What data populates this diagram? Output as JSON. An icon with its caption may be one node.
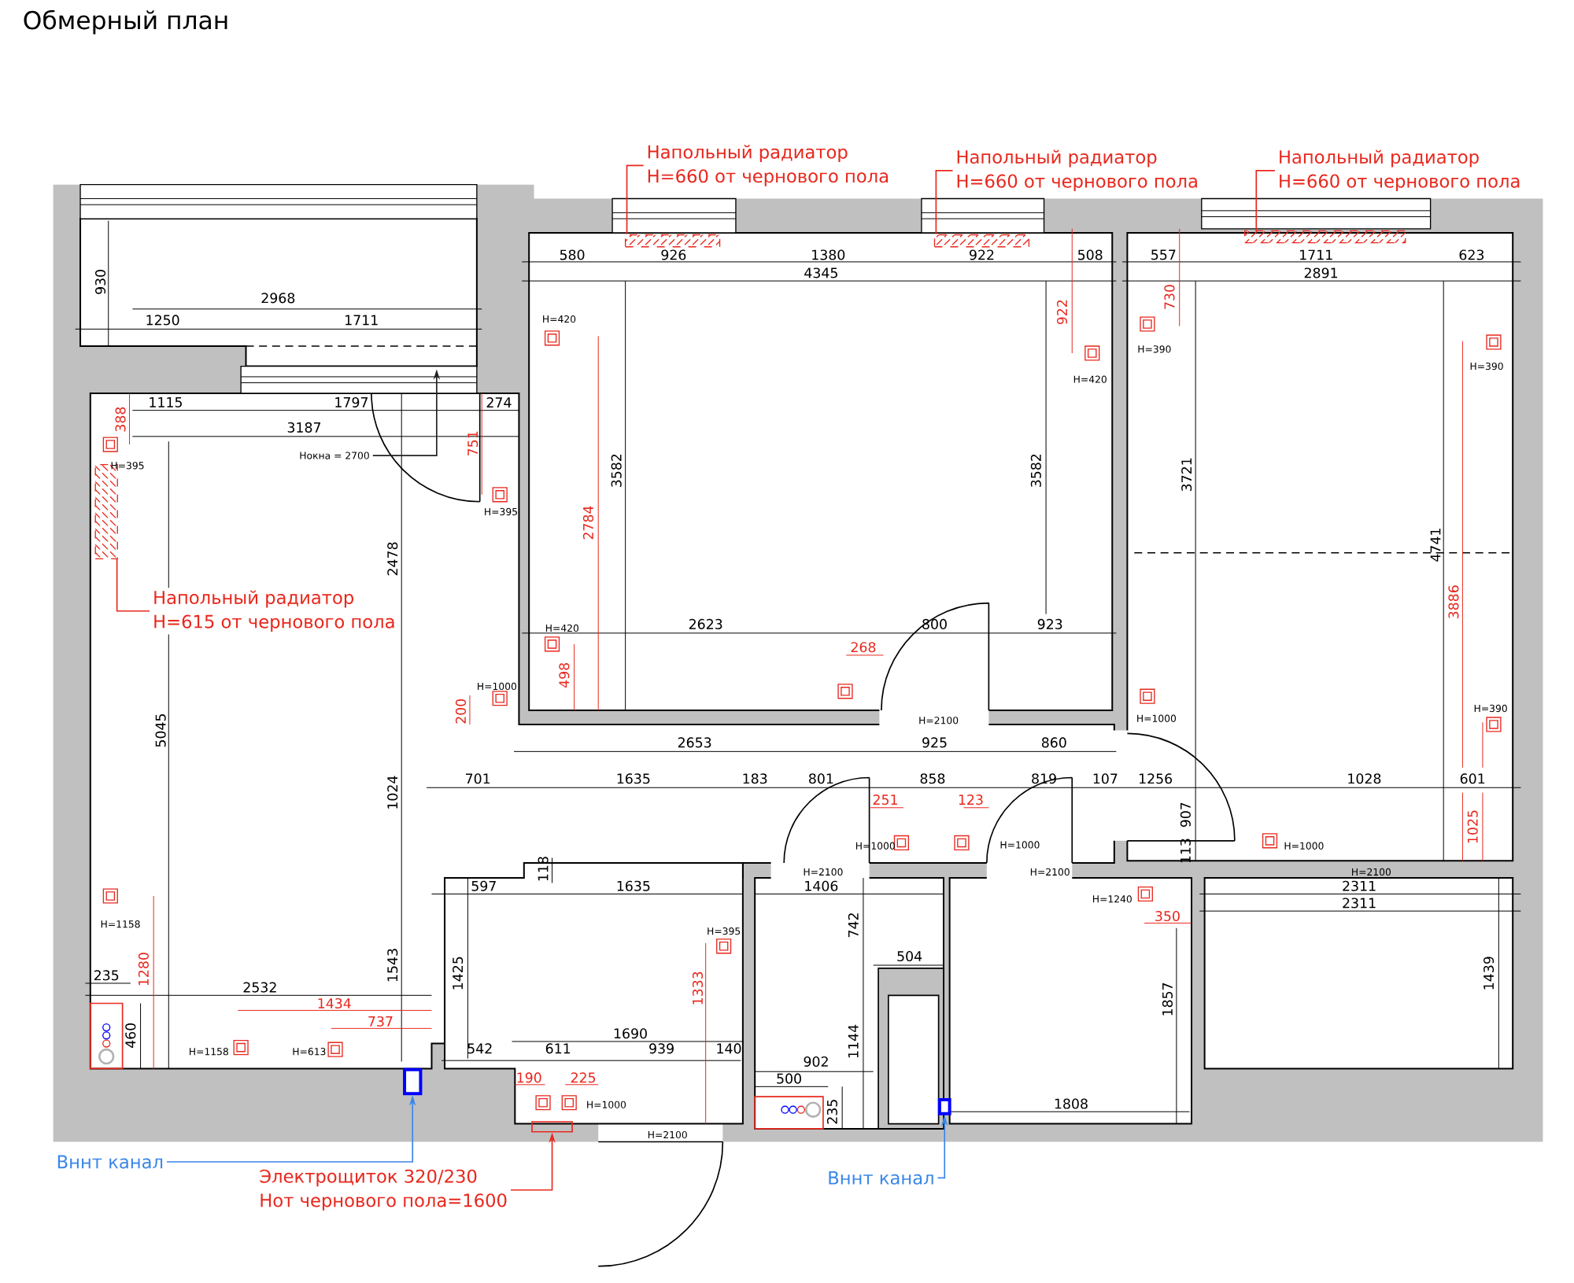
{
  "diagram": {
    "title": "Обмерный план",
    "nodes": [
      {
        "text": [
          "Напольный радиатор",
          "H=660 от чернового пола"
        ]
      },
      {
        "text": [],
        "shape": "box"
      },
      {
        "text": [
          "Напольный радиатор",
          "H=660 от чернового пола"
        ]
      },
      {
        "text": [],
        "shape": "box"
      },
      {
        "text": [
          "Напольный радиатор",
          "H=660 от чернового пола"
        ]
      },
      {
        "text": [],
        "shape": "box"
      },
      {
        "text": [
          "Напольный радиатор",
          "H=615 от чернового пола"
        ]
      },
      {
        "text": [],
        "shape": "box"
      },
      {
        "text": [
          "Нокна = 2700"
        ]
      },
      {
        "text": [
          "Электрощиток 320/230",
          "Нот чернового пола=1600"
        ]
      },
      {
        "text": [],
        "shape": "box"
      },
      {
        "text": [
          "Вннт канал"
        ]
      },
      {
        "text": [],
        "shape": "box"
      },
      {
        "text": [
          "Вннт канал"
        ]
      },
      {
        "text": [],
        "shape": "box"
      }
    ],
    "edges": [
      {
        "from": 0,
        "to": 1,
        "arrow": "none",
        "color": "#e8281e"
      },
      {
        "from": 2,
        "to": 3,
        "arrow": "none",
        "color": "#e8281e"
      },
      {
        "from": 4,
        "to": 5,
        "arrow": "none",
        "color": "#e8281e"
      },
      {
        "from": 6,
        "to": 7,
        "arrow": "none",
        "color": "#e8281e"
      },
      {
        "from": 8,
        "to": null,
        "arrow": "to",
        "color": "#222222"
      },
      {
        "from": 9,
        "to": 10,
        "arrow": "to",
        "color": "#e8281e"
      },
      {
        "from": 11,
        "to": 12,
        "arrow": "to",
        "color": "#3a86e8"
      },
      {
        "from": 13,
        "to": 14,
        "arrow": "to",
        "color": "#3a86e8"
      }
    ],
    "labels": [
      "930",
      "2968",
      "1250",
      "1711",
      "1115",
      "1797",
      "274",
      "388",
      "3187",
      "751",
      "H=395",
      "H=395",
      "2478",
      "5045",
      "H=1000",
      "200",
      "1024",
      "580",
      "926",
      "1380",
      "922",
      "508",
      "557",
      "1711",
      "623",
      "4345",
      "2891",
      "730",
      "922",
      "H=420",
      "H=390",
      "H=390",
      "H=420",
      "3582",
      "3582",
      "3721",
      "2784",
      "4741",
      "3886",
      "H=420",
      "2623",
      "800",
      "923",
      "268",
      "498",
      "H=2100",
      "H=1000",
      "H=390",
      "2653",
      "925",
      "860",
      "701",
      "1635",
      "183",
      "801",
      "858",
      "819",
      "107",
      "1256",
      "1028",
      "601",
      "907",
      "251",
      "123",
      "1025",
      "H=1000",
      "H=1000",
      "113",
      "H=1000",
      "118",
      "H=2100",
      "H=2100",
      "H=2100",
      "597",
      "1635",
      "1406",
      "2311",
      "H=1240",
      "2311",
      "350",
      "H=1158",
      "742",
      "H=395",
      "504",
      "235",
      "1280",
      "1543",
      "1425",
      "1439",
      "2532",
      "1857",
      "1434",
      "737",
      "1690",
      "1333",
      "460",
      "1144",
      "H=1158",
      "H=613",
      "542",
      "611",
      "939",
      "140",
      "902",
      "190",
      "225",
      "500",
      "H=1000",
      "1808",
      "235",
      "H=2100"
    ]
  }
}
